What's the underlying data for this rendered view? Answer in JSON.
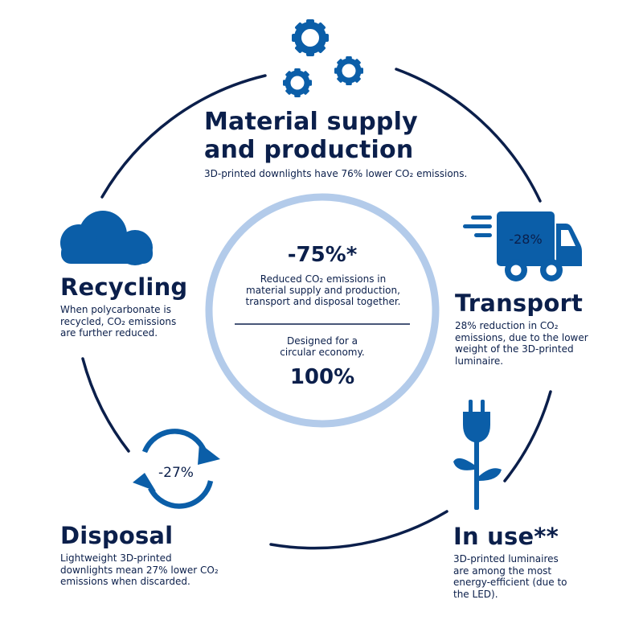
{
  "colors": {
    "navy": "#0b1f4b",
    "blue": "#0b5ea8",
    "center_ring": "#b3cbea",
    "white": "#ffffff"
  },
  "center": {
    "big_value": "-75%*",
    "description": "Reduced CO₂ emissions in material supply and production, transport and disposal together.",
    "circular_text": "Designed for a circular economy.",
    "circular_value": "100%"
  },
  "stages": {
    "material": {
      "icon": "gears-icon",
      "title": "Material supply and production",
      "description": "3D-printed downlights have 76% lower CO₂ emissions."
    },
    "transport": {
      "icon": "truck-icon",
      "badge": "-28%",
      "title": "Transport",
      "description": "28% reduction in CO₂ emissions, due to the lower weight of the 3D-printed luminaire."
    },
    "in_use": {
      "icon": "plug-plant-icon",
      "title": "In use**",
      "description": "3D-printed luminaires are among the most energy-efficient (due to the LED)."
    },
    "disposal": {
      "icon": "recycle-arrows-icon",
      "badge": "-27%",
      "title": "Disposal",
      "description": "Lightweight 3D-printed downlights mean 27% lower CO₂ emissions when discarded."
    },
    "recycling": {
      "icon": "cloud-icon",
      "title": "Recycling",
      "description": "When polycarbonate is recycled, CO₂ emissions are further reduced."
    }
  }
}
